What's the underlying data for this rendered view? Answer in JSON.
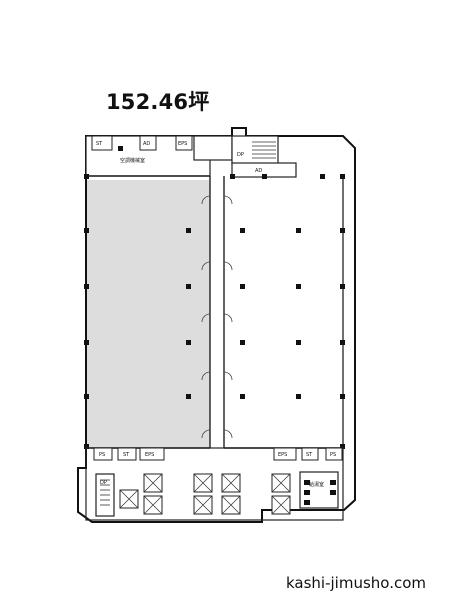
{
  "floorplan": {
    "area_label": "152.46坪",
    "highlight_color": "#dddddd",
    "room_labels": {
      "top_left_1": "ST",
      "top_left_2": "AD",
      "top_left_3": "EPS",
      "top_left_small": "空調機械室",
      "top_core_door": "DP",
      "top_core_ad": "AD",
      "bottom_left_1": "PS",
      "bottom_left_2": "ST",
      "bottom_left_3": "EPS",
      "bottom_left_dp": "DP",
      "bottom_right_1": "EPS",
      "bottom_right_2": "ST",
      "bottom_right_3": "PS",
      "bottom_right_room": "給湯室"
    }
  },
  "footer": {
    "website": "kashi-jimusho.com"
  }
}
